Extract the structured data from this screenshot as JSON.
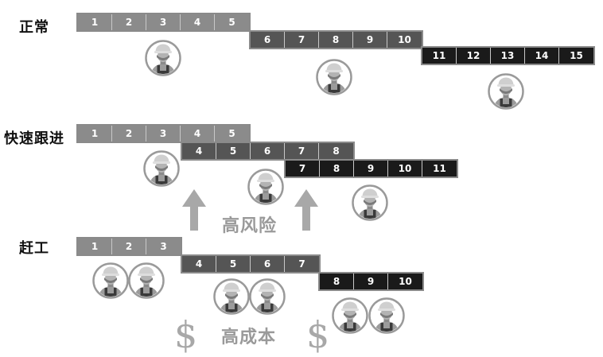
{
  "rows": [
    {
      "label": "正常",
      "blocks": [
        {
          "tone": "light",
          "cells": [
            "1",
            "2",
            "3",
            "4",
            "5"
          ]
        },
        {
          "tone": "mid",
          "cells": [
            "6",
            "7",
            "8",
            "9",
            "10"
          ]
        },
        {
          "tone": "dark",
          "cells": [
            "11",
            "12",
            "13",
            "14",
            "15"
          ]
        }
      ]
    },
    {
      "label": "快速跟进",
      "blocks": [
        {
          "tone": "light",
          "cells": [
            "1",
            "2",
            "3",
            "4",
            "5"
          ]
        },
        {
          "tone": "mid",
          "cells": [
            "4",
            "5",
            "6",
            "7",
            "8"
          ]
        },
        {
          "tone": "dark",
          "cells": [
            "7",
            "8",
            "9",
            "10",
            "11"
          ]
        }
      ]
    },
    {
      "label": "赶工",
      "blocks": [
        {
          "tone": "light",
          "cells": [
            "1",
            "2",
            "3"
          ]
        },
        {
          "tone": "mid",
          "cells": [
            "4",
            "5",
            "6",
            "7"
          ]
        },
        {
          "tone": "dark",
          "cells": [
            "8",
            "9",
            "10"
          ]
        }
      ]
    }
  ],
  "notes": {
    "high_risk": "高风险",
    "high_cost": "高成本",
    "dollar_sign": "$"
  },
  "colors": {
    "light": "#8b8b8b",
    "mid": "#555555",
    "dark": "#1a1a1a",
    "annotation": "#9a9a9a"
  },
  "icons": {
    "worker": "worker-hardhat-icon",
    "arrow": "up-arrow-icon"
  }
}
